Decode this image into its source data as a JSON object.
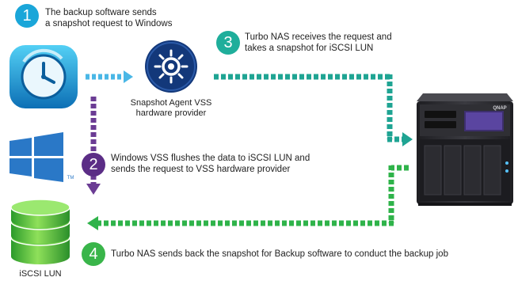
{
  "steps": [
    {
      "number": "1",
      "line1": "The backup software sends",
      "line2": "a snapshot request to Windows",
      "color": "#1aa6d9"
    },
    {
      "number": "2",
      "line1": "Windows VSS flushes the data to iSCSI LUN and",
      "line2": "sends the request to VSS hardware provider",
      "color": "#5b2d86"
    },
    {
      "number": "3",
      "line1": "Turbo NAS receives the request and",
      "line2": "takes a snapshot for iSCSI LUN",
      "color": "#1fae9b"
    },
    {
      "number": "4",
      "line1": "Turbo NAS sends back the snapshot for Backup software to conduct the backup job",
      "color": "#39b54a"
    }
  ],
  "nodes": {
    "agent_label_line1": "Snapshot Agent VSS",
    "agent_label_line2": "hardware provider",
    "iscsi_label": "iSCSI LUN",
    "windows_tm": "TM",
    "nas_brand": "QNAP"
  },
  "colors": {
    "arrow_blue": "#4ab7e6",
    "arrow_teal": "#1fa493",
    "arrow_purple": "#6b3c94",
    "arrow_green": "#2fb34a",
    "windows_blue": "#2a78c7",
    "agent_navy": "#13387a",
    "nas_dark": "#2b2b2f"
  }
}
